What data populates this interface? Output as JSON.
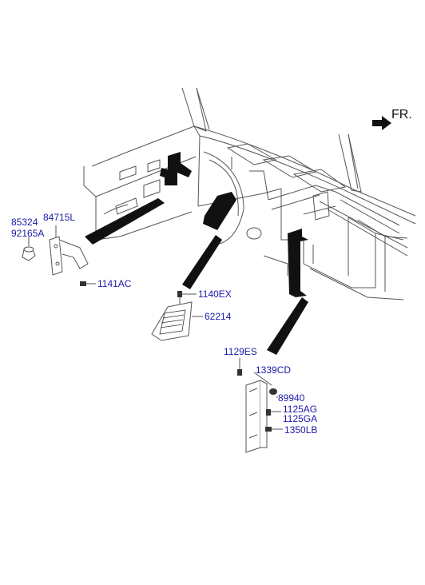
{
  "direction_label": "FR.",
  "colors": {
    "label": "#1a1aa8",
    "line": "#555555",
    "callout": "#111111"
  },
  "parts": {
    "p85324": "85324",
    "p92165a": "92165A",
    "p84715l": "84715L",
    "p1141ac": "1141AC",
    "p1140ex": "1140EX",
    "p62214": "62214",
    "p1129es": "1129ES",
    "p1339cd": "1339CD",
    "p89940": "89940",
    "p1125ag": "1125AG",
    "p1125ga": "1125GA",
    "p1350lb": "1350LB"
  }
}
